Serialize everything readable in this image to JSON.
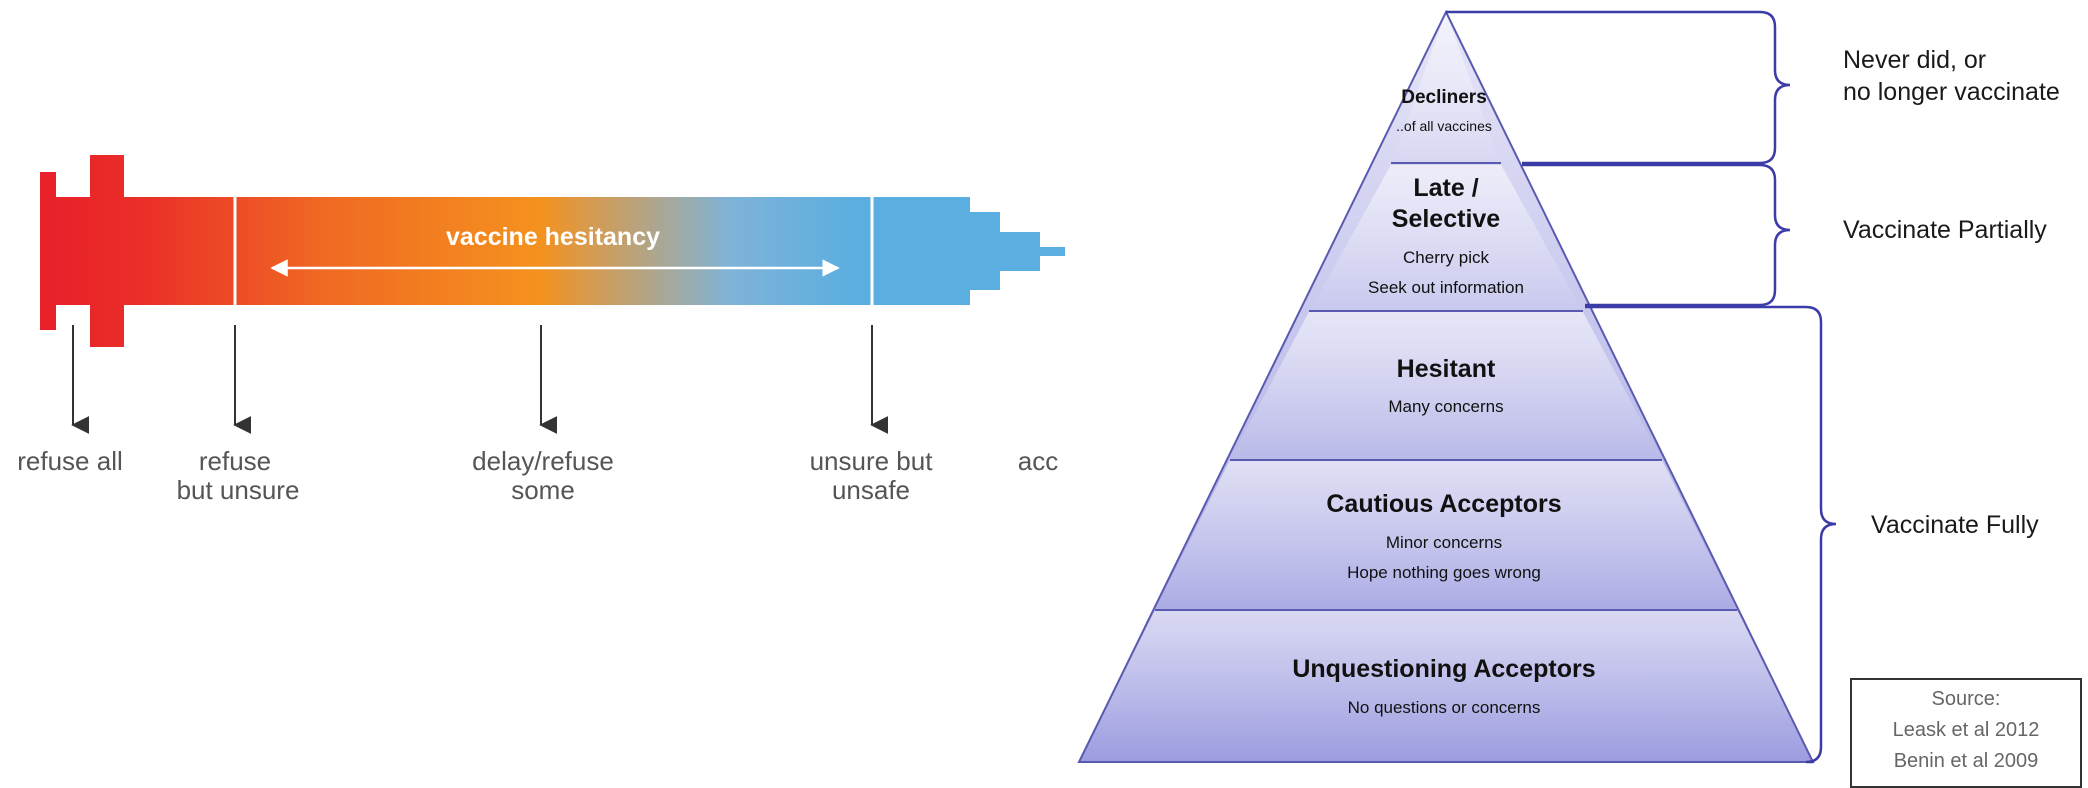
{
  "syringe": {
    "title": "vaccine hesitancy",
    "labels": [
      {
        "line1": "refuse all",
        "line2": ""
      },
      {
        "line1": "refuse",
        "line2": "but unsure"
      },
      {
        "line1": "delay/refuse",
        "line2": "some"
      },
      {
        "line1": "unsure but",
        "line2": "unsafe"
      },
      {
        "line1": "acc",
        "line2": ""
      }
    ],
    "colors": {
      "red": "#e8202a",
      "orange": "#f5921e",
      "blue": "#5aaee0"
    }
  },
  "pyramid": {
    "tiers": [
      {
        "title": "Decliners",
        "lines": [
          "..of all vaccines"
        ]
      },
      {
        "title": "Late /\nSelective",
        "title1": "Late /",
        "title2": "Selective",
        "lines": [
          "Cherry pick",
          "Seek out information"
        ]
      },
      {
        "title": "Hesitant",
        "lines": [
          "Many concerns"
        ]
      },
      {
        "title": "Cautious Acceptors",
        "lines": [
          "Minor concerns",
          "Hope nothing goes wrong"
        ]
      },
      {
        "title": "Unquestioning Acceptors",
        "lines": [
          "No questions or concerns"
        ]
      }
    ],
    "fill_top": "#e6e6f8",
    "fill_bottom": "#9c9ce0",
    "outline": "#5a5ab0"
  },
  "brackets": [
    {
      "line1": "Never did, or",
      "line2": "no longer vaccinate"
    },
    {
      "line1": "Vaccinate Partially",
      "line2": ""
    },
    {
      "line1": "Vaccinate Fully",
      "line2": ""
    }
  ],
  "source": {
    "heading": "Source:",
    "refs": [
      "Leask et al 2012",
      "Benin et al 2009"
    ]
  }
}
